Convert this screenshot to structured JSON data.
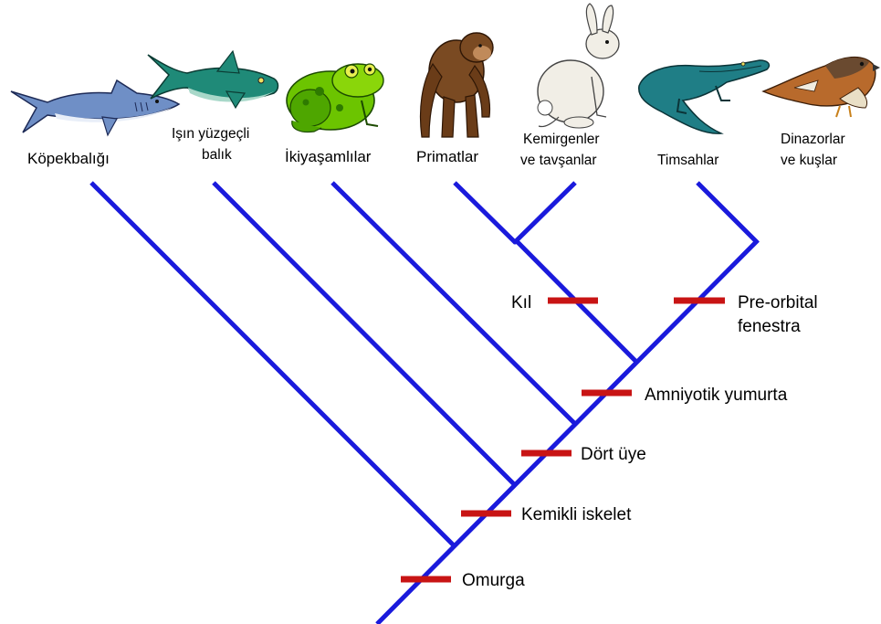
{
  "diagram": {
    "colors": {
      "branch": "#1a1adc",
      "trait_marker": "#c81414",
      "background": "#ffffff"
    },
    "taxa": [
      {
        "id": "shark",
        "icon": "shark-icon",
        "lines": [
          "Köpekbalığı"
        ]
      },
      {
        "id": "ray-finned-fish",
        "icon": "fish-icon",
        "lines": [
          "Işın yüzgeçli",
          "balık"
        ]
      },
      {
        "id": "amphibians",
        "icon": "frog-icon",
        "lines": [
          "İkiyaşamlılar"
        ]
      },
      {
        "id": "primates",
        "icon": "ape-icon",
        "lines": [
          "Primatlar"
        ]
      },
      {
        "id": "rodents-rabbits",
        "icon": "rabbit-icon",
        "lines": [
          "Kemirgenler",
          "ve tavşanlar"
        ]
      },
      {
        "id": "crocodiles",
        "icon": "crocodile-icon",
        "lines": [
          "Timsahlar"
        ]
      },
      {
        "id": "dinosaurs-birds",
        "icon": "bird-icon",
        "lines": [
          "Dinazorlar",
          "ve kuşlar"
        ]
      }
    ],
    "traits": [
      {
        "id": "hair",
        "lines": [
          "Kıl"
        ]
      },
      {
        "id": "preorbital",
        "lines": [
          "Pre-orbital",
          "fenestra"
        ]
      },
      {
        "id": "amniotic",
        "lines": [
          "Amniyotik yumurta"
        ]
      },
      {
        "id": "four-limbs",
        "lines": [
          "Dört üye"
        ]
      },
      {
        "id": "bony-skeleton",
        "lines": [
          "Kemikli iskelet"
        ]
      },
      {
        "id": "vertebra",
        "lines": [
          "Omurga"
        ]
      }
    ]
  }
}
